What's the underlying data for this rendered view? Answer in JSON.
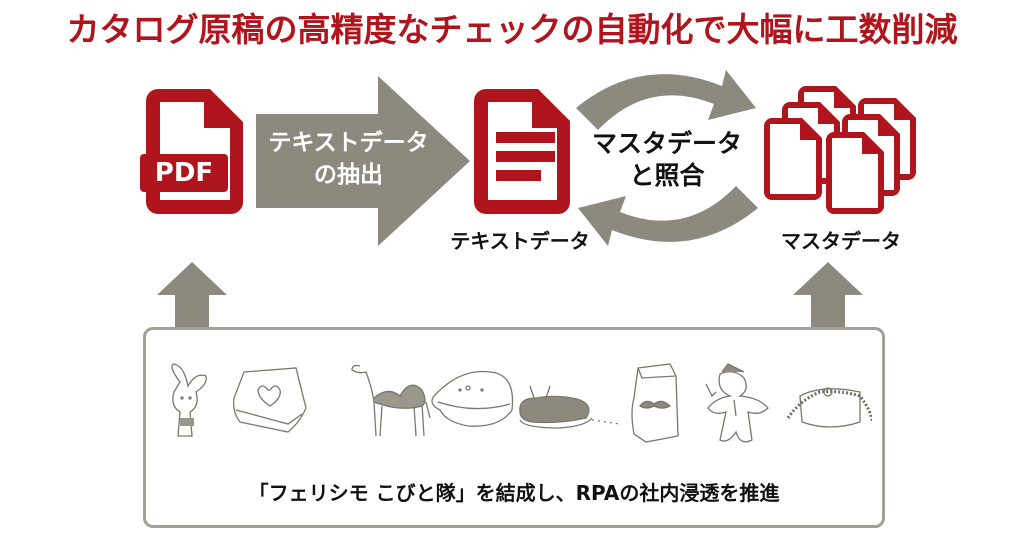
{
  "title": "カタログ原稿の高精度なチェックの自動化で大幅に工数削減",
  "colors": {
    "accent_red": "#b0141c",
    "arrow_gray": "#8c897e",
    "box_border": "#a3a095",
    "text_dark": "#111111"
  },
  "flow": {
    "pdf_icon": {
      "icon": "pdf-file-icon",
      "label": "PDF"
    },
    "extract_arrow": {
      "line1": "テキストデータ",
      "line2": "の抽出"
    },
    "text_data": {
      "icon": "text-document-icon",
      "label": "テキストデータ"
    },
    "compare_cycle": {
      "line1": "マスタデータ",
      "line2": "と照合"
    },
    "master_data": {
      "icon": "stacked-documents-icon",
      "label": "マスタデータ"
    }
  },
  "bottom": {
    "characters": [
      {
        "name": "rabbit"
      },
      {
        "name": "heart-biscuit"
      },
      {
        "name": "camel"
      },
      {
        "name": "shell-creature"
      },
      {
        "name": "eclair-snail"
      },
      {
        "name": "mustache-block"
      },
      {
        "name": "gingerbread-man"
      },
      {
        "name": "cake-with-hair"
      }
    ],
    "caption": "「フェリシモ こびと隊」を結成し、RPAの社内浸透を推進"
  }
}
